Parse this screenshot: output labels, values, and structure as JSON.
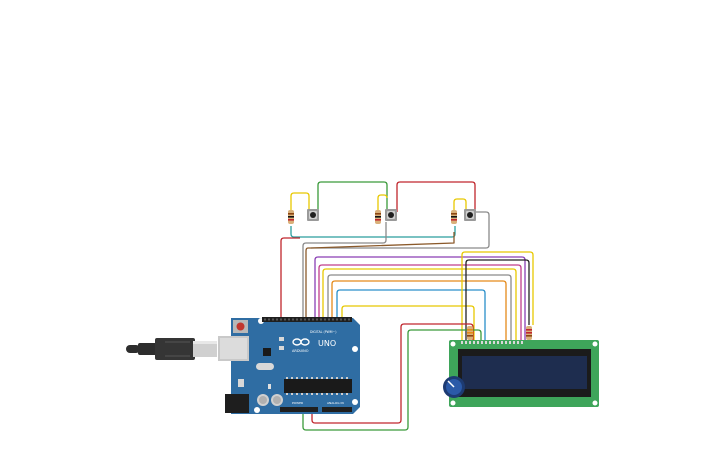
{
  "arduino": {
    "logo_text": "ARDUINO",
    "model_text": "UNO",
    "digital_header_label": "DIGITAL (PWM~)",
    "power_header_label": "POWER",
    "analog_header_label": "ANALOG IN"
  },
  "components": {
    "pushbuttons": 3,
    "resistors": 5,
    "lcd": "16x2",
    "potentiometer": 1
  },
  "colors": {
    "board": "#2f6da3",
    "lcd_pcb": "#3ea55a",
    "lcd_screen": "#1e2d4f",
    "usb_cable": "#2d2d2d",
    "wire_red": "#c0262d",
    "wire_green": "#3a9a3a",
    "wire_yellow": "#e8c800",
    "wire_gray": "#8a8a8a",
    "wire_blue": "#2a8fc9",
    "wire_purple": "#8a3fb5",
    "wire_brown": "#8b5a2b",
    "wire_orange": "#e58a1a",
    "wire_black": "#222222",
    "wire_teal": "#2a9d9d"
  }
}
